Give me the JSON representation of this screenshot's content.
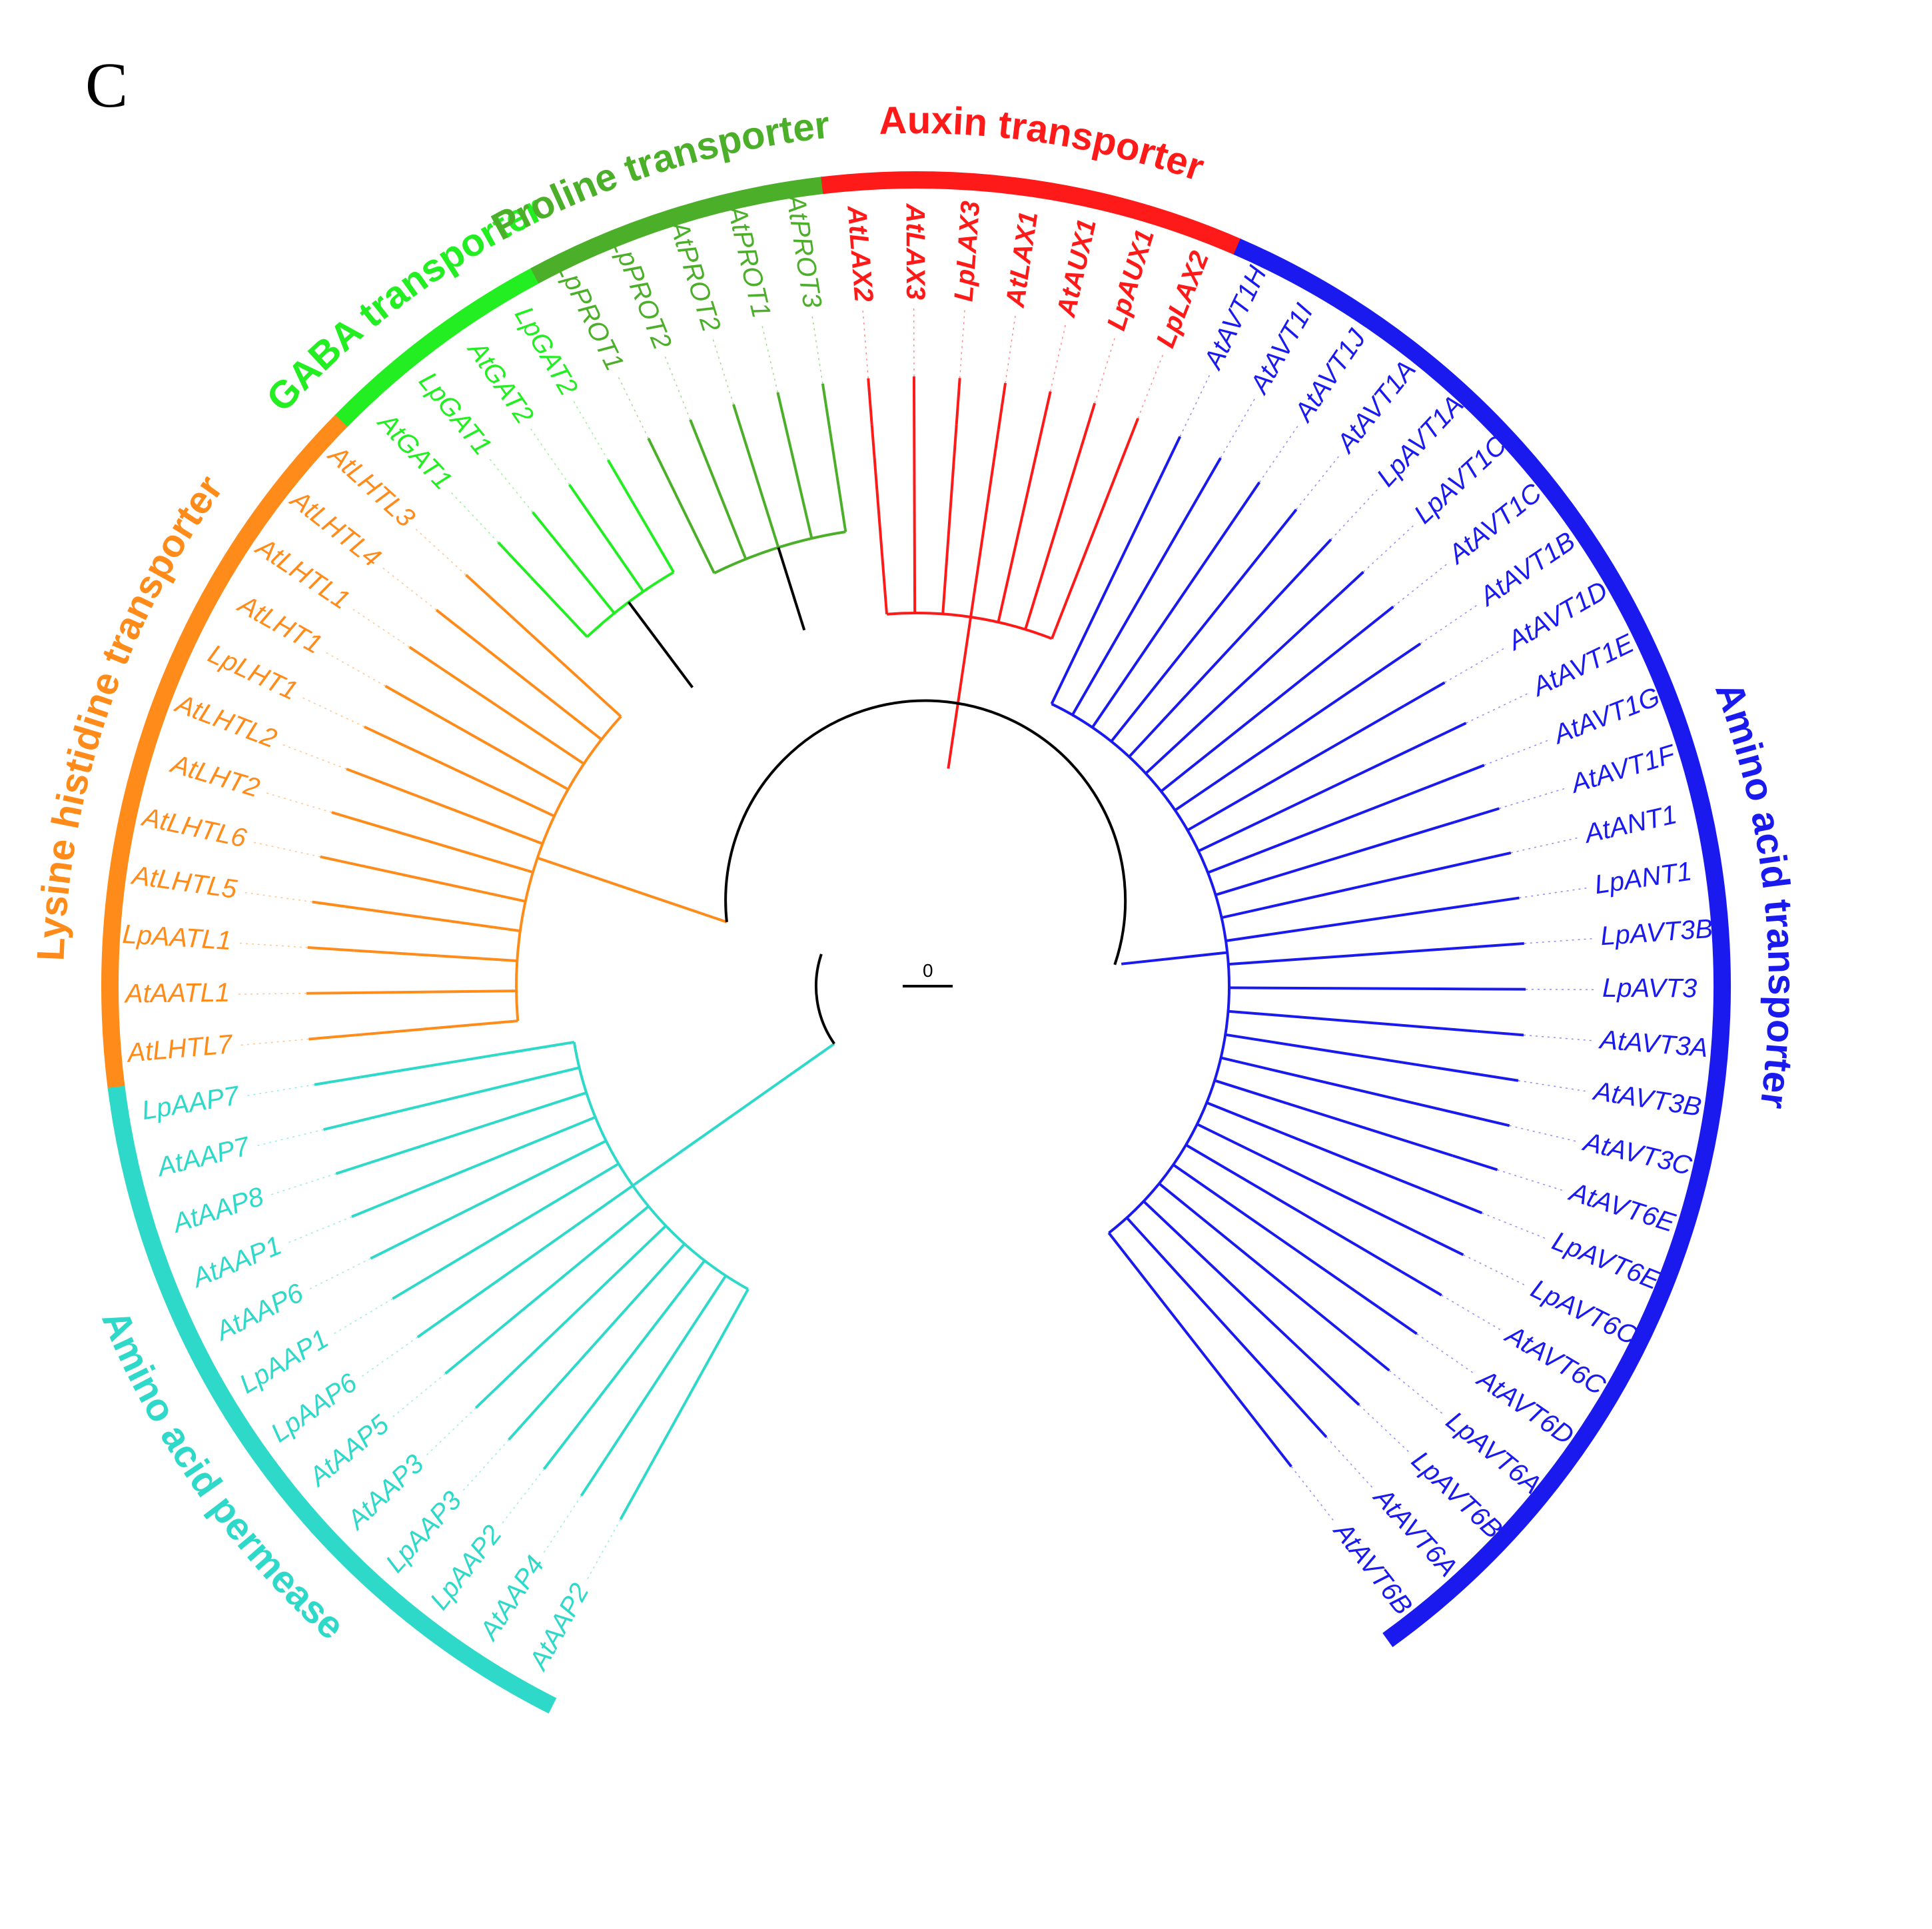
{
  "panel_label": "C",
  "root_branch_label": "0",
  "colors": {
    "amino_acid_permease": "#2fd9c9",
    "lysine_histidine_transporter": "#ff8c1a",
    "gaba_transporter": "#22ee22",
    "proline_transporter": "#4caf2a",
    "auxin_transporter": "#ff1a1a",
    "amino_acid_transporter": "#1a1aee",
    "backbone": "#000000"
  },
  "families": [
    {
      "key": "amino_acid_permease",
      "name": "Amino acid permease"
    },
    {
      "key": "lysine_histidine_transporter",
      "name": "Lysine histidine transporter"
    },
    {
      "key": "gaba_transporter",
      "name": "GABA transporter"
    },
    {
      "key": "proline_transporter",
      "name": "Proline transporter"
    },
    {
      "key": "auxin_transporter",
      "name": "Auxin transporter"
    },
    {
      "key": "amino_acid_transporter",
      "name": "Amino acid transporter"
    }
  ],
  "leaves": [
    {
      "name": "AtAAP2",
      "family": "amino_acid_permease"
    },
    {
      "name": "AtAAP4",
      "family": "amino_acid_permease"
    },
    {
      "name": "LpAAP2",
      "family": "amino_acid_permease"
    },
    {
      "name": "LpAAP3",
      "family": "amino_acid_permease"
    },
    {
      "name": "AtAAP3",
      "family": "amino_acid_permease"
    },
    {
      "name": "AtAAP5",
      "family": "amino_acid_permease"
    },
    {
      "name": "LpAAP6",
      "family": "amino_acid_permease"
    },
    {
      "name": "LpAAP1",
      "family": "amino_acid_permease"
    },
    {
      "name": "AtAAP6",
      "family": "amino_acid_permease"
    },
    {
      "name": "AtAAP1",
      "family": "amino_acid_permease"
    },
    {
      "name": "AtAAP8",
      "family": "amino_acid_permease"
    },
    {
      "name": "AtAAP7",
      "family": "amino_acid_permease"
    },
    {
      "name": "LpAAP7",
      "family": "amino_acid_permease"
    },
    {
      "name": "AtLHTL7",
      "family": "lysine_histidine_transporter"
    },
    {
      "name": "AtAATL1",
      "family": "lysine_histidine_transporter"
    },
    {
      "name": "LpAATL1",
      "family": "lysine_histidine_transporter"
    },
    {
      "name": "AtLHTL5",
      "family": "lysine_histidine_transporter"
    },
    {
      "name": "AtLHTL6",
      "family": "lysine_histidine_transporter"
    },
    {
      "name": "AtLHT2",
      "family": "lysine_histidine_transporter"
    },
    {
      "name": "AtLHTL2",
      "family": "lysine_histidine_transporter"
    },
    {
      "name": "LpLHT1",
      "family": "lysine_histidine_transporter"
    },
    {
      "name": "AtLHT1",
      "family": "lysine_histidine_transporter"
    },
    {
      "name": "AtLHTL1",
      "family": "lysine_histidine_transporter"
    },
    {
      "name": "AtLHTL4",
      "family": "lysine_histidine_transporter"
    },
    {
      "name": "AtLHTL3",
      "family": "lysine_histidine_transporter"
    },
    {
      "name": "AtGAT1",
      "family": "gaba_transporter"
    },
    {
      "name": "LpGAT1",
      "family": "gaba_transporter"
    },
    {
      "name": "AtGAT2",
      "family": "gaba_transporter"
    },
    {
      "name": "LpGAT2",
      "family": "gaba_transporter"
    },
    {
      "name": "LpPROT1",
      "family": "proline_transporter"
    },
    {
      "name": "LpPROT2",
      "family": "proline_transporter"
    },
    {
      "name": "AtPROT2",
      "family": "proline_transporter"
    },
    {
      "name": "AtPROT1",
      "family": "proline_transporter"
    },
    {
      "name": "AtPROT3",
      "family": "proline_transporter"
    },
    {
      "name": "AtLAX2",
      "family": "auxin_transporter"
    },
    {
      "name": "AtLAX3",
      "family": "auxin_transporter"
    },
    {
      "name": "LpLAX3",
      "family": "auxin_transporter"
    },
    {
      "name": "AtLAX1",
      "family": "auxin_transporter"
    },
    {
      "name": "AtAUX1",
      "family": "auxin_transporter"
    },
    {
      "name": "LpAUX1",
      "family": "auxin_transporter"
    },
    {
      "name": "LpLAX2",
      "family": "auxin_transporter"
    },
    {
      "name": "AtAVT1H",
      "family": "amino_acid_transporter"
    },
    {
      "name": "AtAVT1I",
      "family": "amino_acid_transporter"
    },
    {
      "name": "AtAVT1J",
      "family": "amino_acid_transporter"
    },
    {
      "name": "AtAVT1A",
      "family": "amino_acid_transporter"
    },
    {
      "name": "LpAVT1A",
      "family": "amino_acid_transporter"
    },
    {
      "name": "LpAVT1C",
      "family": "amino_acid_transporter"
    },
    {
      "name": "AtAVT1C",
      "family": "amino_acid_transporter"
    },
    {
      "name": "AtAVT1B",
      "family": "amino_acid_transporter"
    },
    {
      "name": "AtAVT1D",
      "family": "amino_acid_transporter"
    },
    {
      "name": "AtAVT1E",
      "family": "amino_acid_transporter"
    },
    {
      "name": "AtAVT1G",
      "family": "amino_acid_transporter"
    },
    {
      "name": "AtAVT1F",
      "family": "amino_acid_transporter"
    },
    {
      "name": "AtANT1",
      "family": "amino_acid_transporter"
    },
    {
      "name": "LpANT1",
      "family": "amino_acid_transporter"
    },
    {
      "name": "LpAVT3B",
      "family": "amino_acid_transporter"
    },
    {
      "name": "LpAVT3",
      "family": "amino_acid_transporter"
    },
    {
      "name": "AtAVT3A",
      "family": "amino_acid_transporter"
    },
    {
      "name": "AtAVT3B",
      "family": "amino_acid_transporter"
    },
    {
      "name": "AtAVT3C",
      "family": "amino_acid_transporter"
    },
    {
      "name": "AtAVT6E",
      "family": "amino_acid_transporter"
    },
    {
      "name": "LpAVT6E",
      "family": "amino_acid_transporter"
    },
    {
      "name": "LpAVT6C",
      "family": "amino_acid_transporter"
    },
    {
      "name": "AtAVT6C",
      "family": "amino_acid_transporter"
    },
    {
      "name": "AtAVT6D",
      "family": "amino_acid_transporter"
    },
    {
      "name": "LpAVT6A",
      "family": "amino_acid_transporter"
    },
    {
      "name": "LpAVT6B",
      "family": "amino_acid_transporter"
    },
    {
      "name": "AtAVT6A",
      "family": "amino_acid_transporter"
    },
    {
      "name": "AtAVT6B",
      "family": "amino_acid_transporter"
    }
  ]
}
